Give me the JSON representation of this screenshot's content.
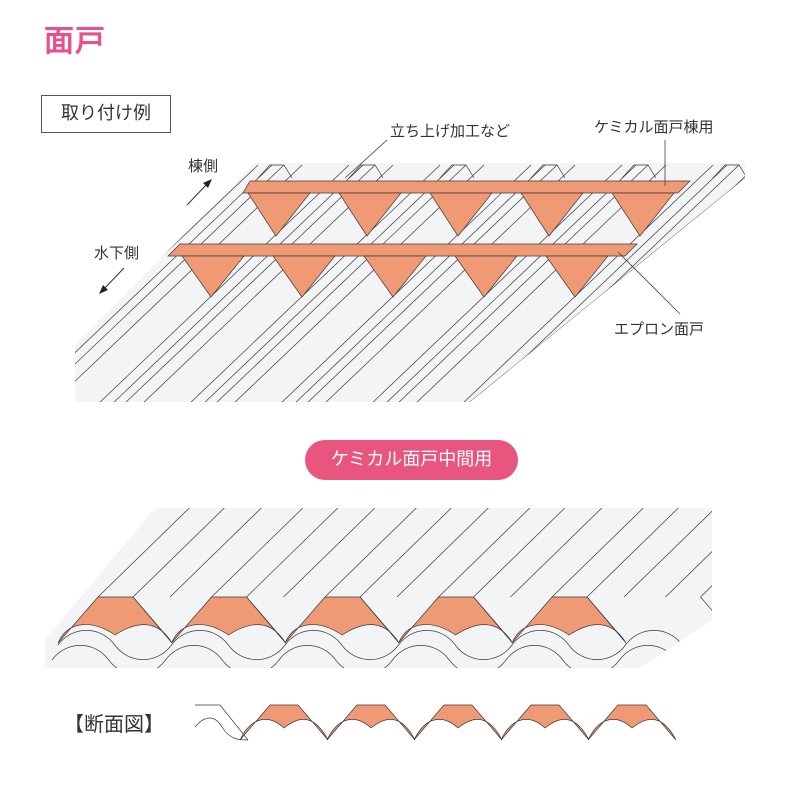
{
  "title": "面戸",
  "example_label": "取り付け例",
  "top_diagram": {
    "callout_upturn": "立ち上げ加工など",
    "callout_ridge": "ケミカル面戸棟用",
    "callout_apron": "エプロン面戸",
    "direction_ridge": "棟側",
    "direction_eaves": "水下側"
  },
  "middle_badge": "ケミカル面戸中間用",
  "section_label": "【断面図】",
  "colors": {
    "accent": "#e8508a",
    "badge": "#e8557e",
    "filler": "#f09a75",
    "sheet": "#f3f4f5",
    "line": "#3a3a3a"
  }
}
